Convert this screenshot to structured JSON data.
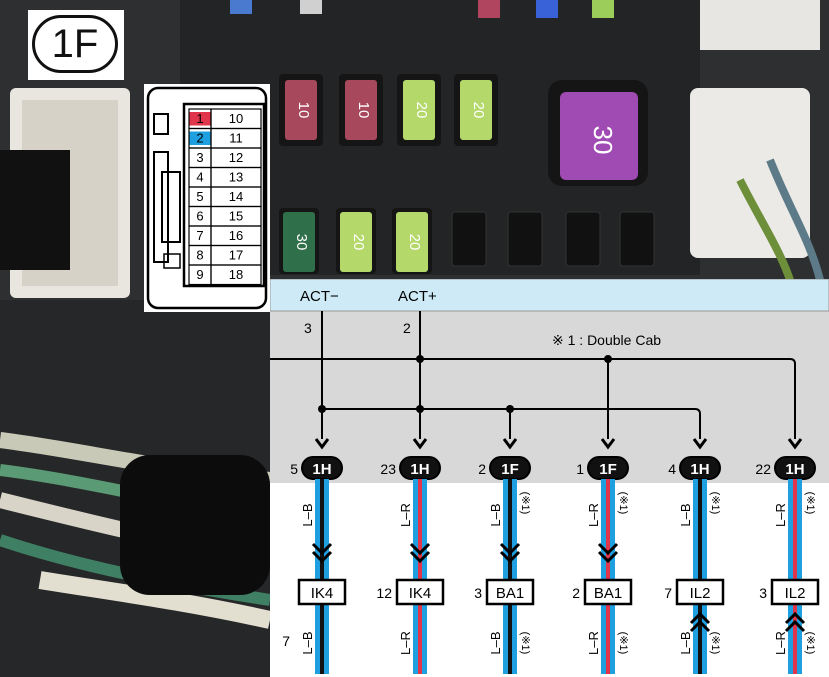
{
  "photo_label": "1F",
  "fuses": [
    "10",
    "10",
    "20",
    "20",
    "30",
    "20",
    "20",
    "30"
  ],
  "connector_pins": {
    "col1": [
      "1",
      "2",
      "3",
      "4",
      "5",
      "6",
      "7",
      "8",
      "9"
    ],
    "col2": [
      "10",
      "11",
      "12",
      "13",
      "14",
      "15",
      "16",
      "17",
      "18"
    ]
  },
  "diagram": {
    "header": {
      "act_minus": "ACT−",
      "act_plus": "ACT+"
    },
    "pins": {
      "act_minus": "3",
      "act_plus": "2"
    },
    "note": "※ 1 : Double Cab",
    "connectors": [
      {
        "pin": "5",
        "id": "1H",
        "wire": "L–B",
        "note": "",
        "dest_pin": "",
        "dest": "IK4",
        "lower_wire": "L–B",
        "lower_note": "",
        "lower_pin": "7"
      },
      {
        "pin": "23",
        "id": "1H",
        "wire": "L–R",
        "note": "",
        "dest_pin": "12",
        "dest": "IK4",
        "lower_wire": "L–R",
        "lower_note": "",
        "lower_pin": ""
      },
      {
        "pin": "2",
        "id": "1F",
        "wire": "L–B",
        "note": "(※1)",
        "dest_pin": "3",
        "dest": "BA1",
        "lower_wire": "L–B",
        "lower_note": "(※1)",
        "lower_pin": ""
      },
      {
        "pin": "1",
        "id": "1F",
        "wire": "L–R",
        "note": "(※1)",
        "dest_pin": "2",
        "dest": "BA1",
        "lower_wire": "L–R",
        "lower_note": "(※1)",
        "lower_pin": ""
      },
      {
        "pin": "4",
        "id": "1H",
        "wire": "L–B",
        "note": "(※1)",
        "dest_pin": "7",
        "dest": "IL2",
        "lower_wire": "L–B",
        "lower_note": "(※1)",
        "lower_pin": ""
      },
      {
        "pin": "22",
        "id": "1H",
        "wire": "L–R",
        "note": "(※1)",
        "dest_pin": "3",
        "dest": "IL2",
        "lower_wire": "L–R",
        "lower_note": "(※1)",
        "lower_pin": ""
      }
    ]
  },
  "colors": {
    "blue": "#1ea0e0",
    "red": "#e0354a",
    "header_bg": "#cfeaf7",
    "panel_bg": "#d8d8d8"
  }
}
